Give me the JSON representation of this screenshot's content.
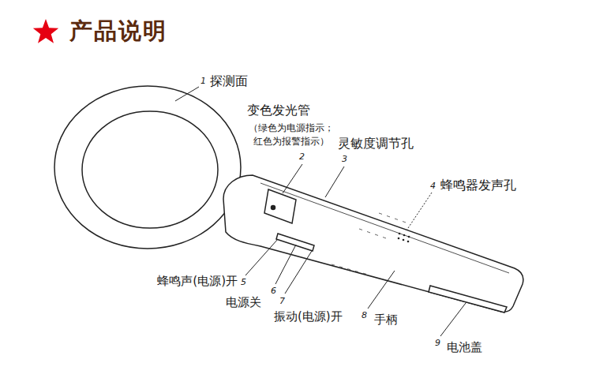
{
  "diagram": {
    "title": "产品说明",
    "labels": [
      "1",
      "探测面",
      "变色发光管",
      "（绿色为电源指示； 红色为报警指示）",
      "2",
      "灵敏度调节孔",
      "3",
      "4",
      "蜂鸣器发声孔",
      "蜂鸣声(电源)开",
      "5",
      "6",
      "电源关",
      "7",
      "振动(电源)开",
      "8",
      "手柄",
      "9",
      "电池盖"
    ]
  }
}
